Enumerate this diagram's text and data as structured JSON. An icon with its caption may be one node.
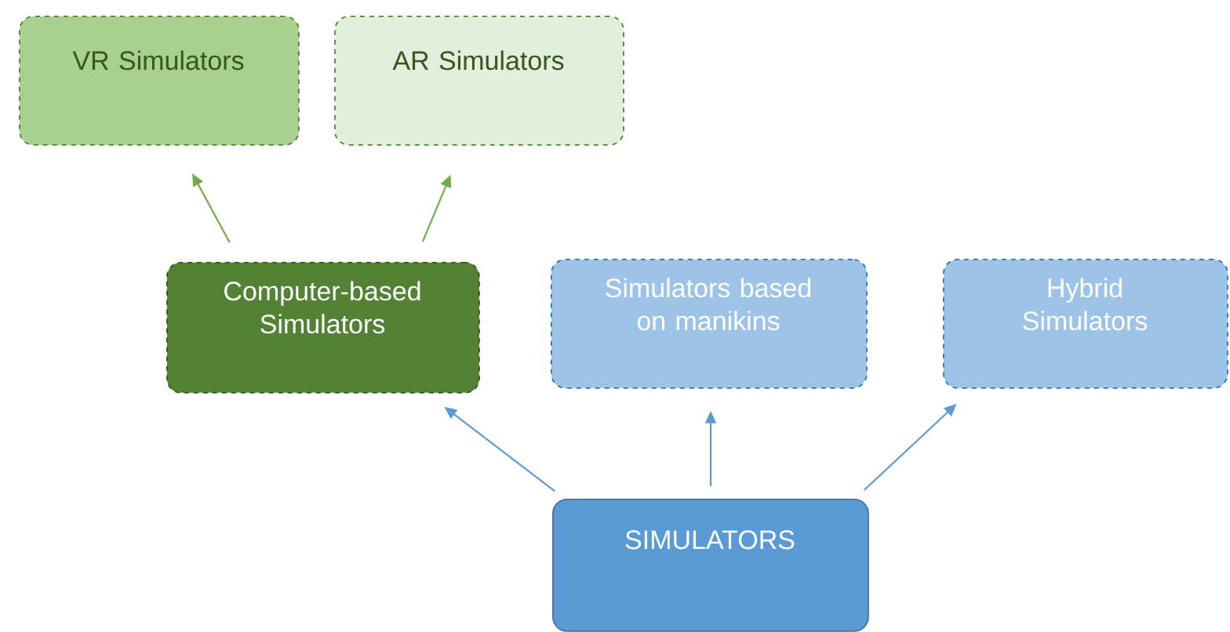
{
  "diagram": {
    "nodes": [
      {
        "text": [
          "VR Simulators"
        ]
      },
      {
        "text": [
          "AR Simulators"
        ]
      },
      {
        "text": [
          "Computer-based Simulators"
        ]
      },
      {
        "text": [
          "Simulators based on manikins"
        ]
      },
      {
        "text": [
          "Hybrid Simulators"
        ]
      },
      {
        "text": [
          "SIMULATORS"
        ]
      }
    ],
    "edges": [
      {
        "from": 2,
        "to": 0,
        "arrow": "to",
        "color": "#70ad47"
      },
      {
        "from": 2,
        "to": 1,
        "arrow": "to",
        "color": "#70ad47"
      },
      {
        "from": 5,
        "to": 2,
        "arrow": "to"
      },
      {
        "from": 5,
        "to": 3,
        "arrow": "to"
      },
      {
        "from": 5,
        "to": 4,
        "arrow": "to"
      }
    ]
  }
}
